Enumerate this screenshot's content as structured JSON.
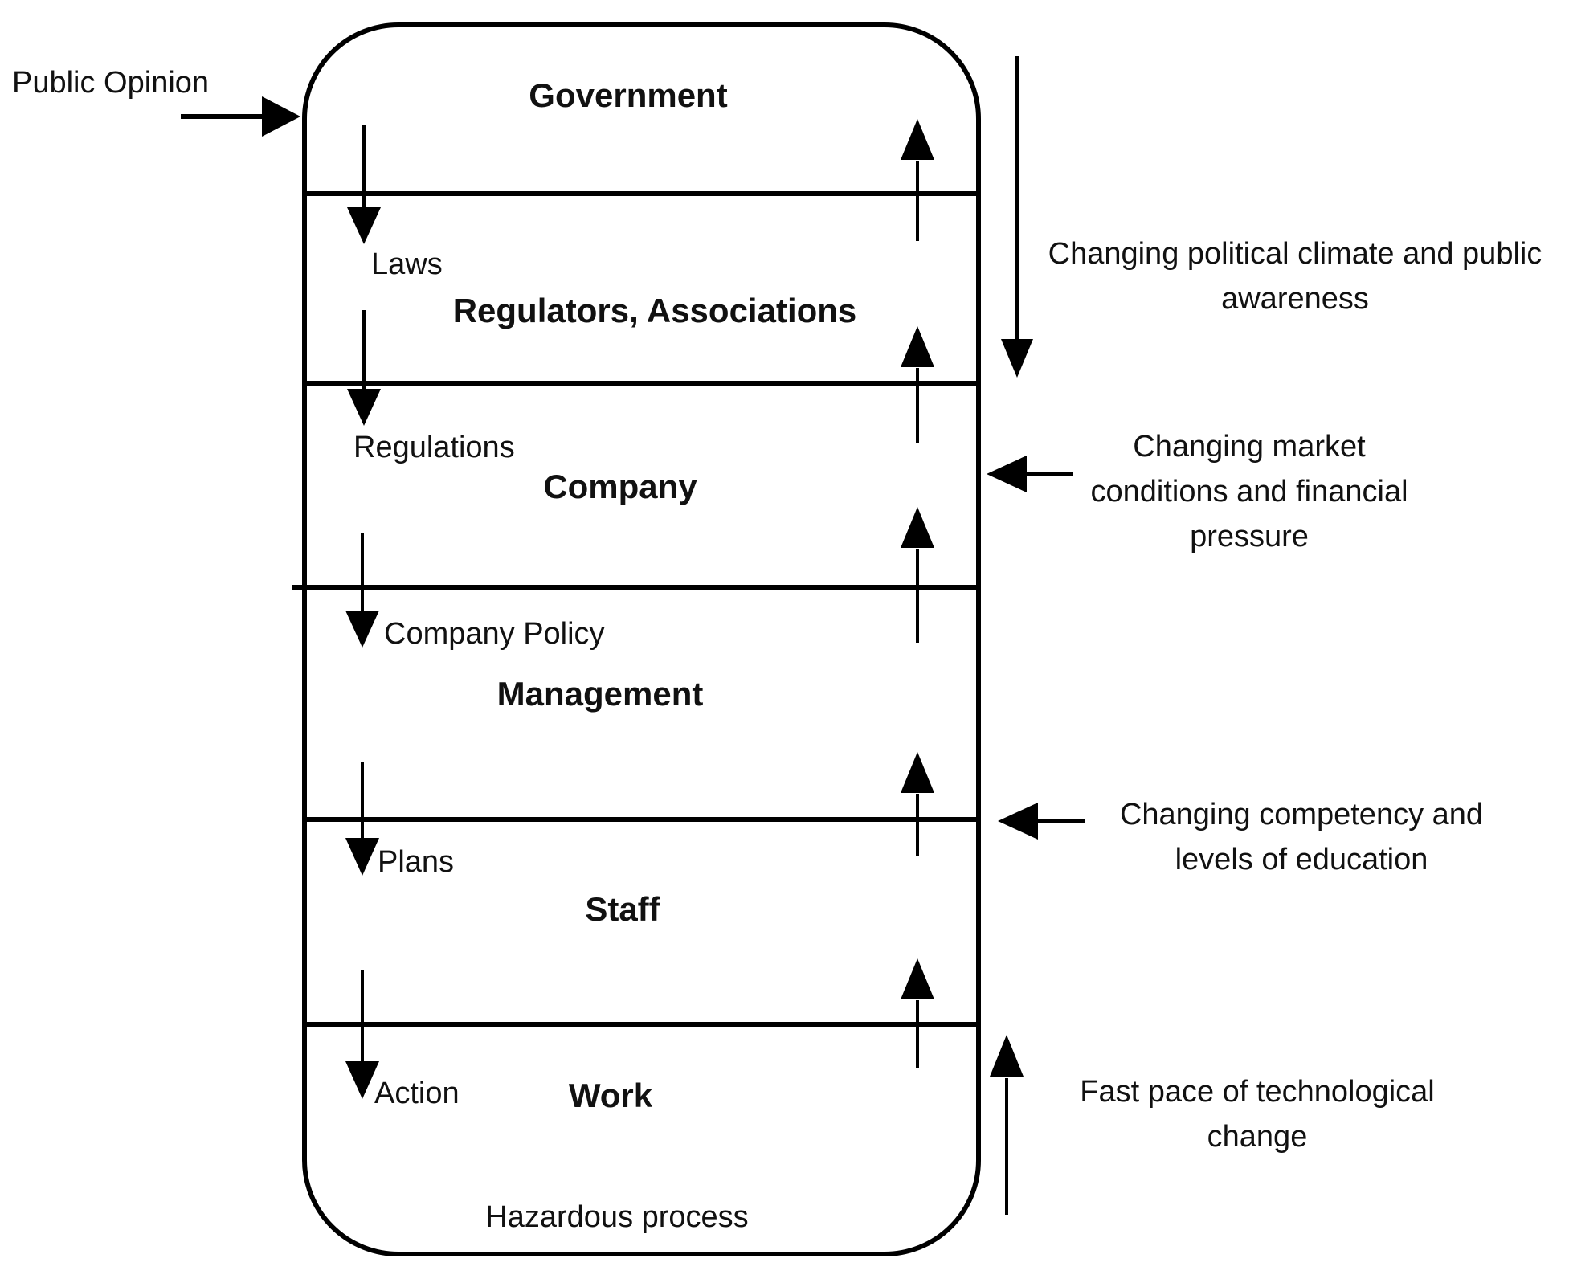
{
  "diagram": {
    "public_opinion_label": "Public Opinion",
    "levels": [
      {
        "title": "Government",
        "input": ""
      },
      {
        "title": "Regulators, Associations",
        "input": "Laws"
      },
      {
        "title": "Company",
        "input": "Regulations"
      },
      {
        "title": "Management",
        "input": "Company Policy"
      },
      {
        "title": "Staff",
        "input": "Plans"
      },
      {
        "title": "Work",
        "input": "Action"
      }
    ],
    "base_label": "Hazardous process",
    "annotations": [
      {
        "name": "political-climate",
        "arrow": "down",
        "text": "Changing political climate and public awareness",
        "lines": [
          "Changing political climate and public",
          "awareness"
        ]
      },
      {
        "name": "market-conditions",
        "arrow": "left",
        "text": "Changing market conditions and financial pressure",
        "lines": [
          "Changing market",
          "conditions and financial",
          "pressure"
        ]
      },
      {
        "name": "competency",
        "arrow": "left",
        "text": "Changing competency and levels of education",
        "lines": [
          "Changing competency and",
          "levels of education"
        ]
      },
      {
        "name": "technological-change",
        "arrow": "up",
        "text": "Fast pace of technological change",
        "lines": [
          "Fast pace of technological",
          "change"
        ]
      }
    ],
    "colors": {
      "ink": "#000000",
      "paper": "#ffffff"
    }
  }
}
